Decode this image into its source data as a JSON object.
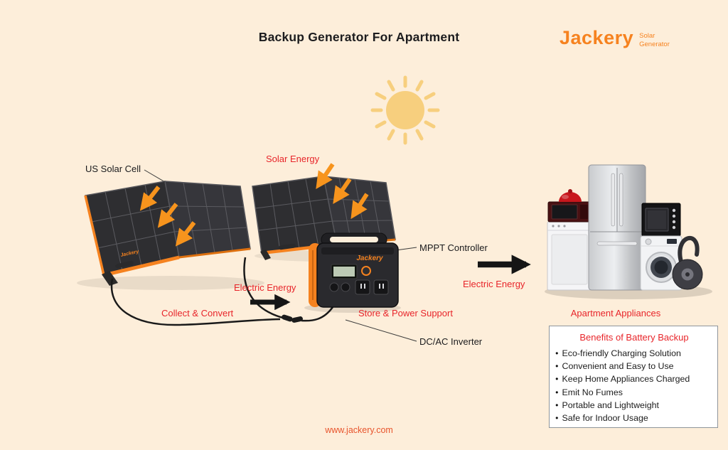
{
  "page": {
    "title": "Backup Generator For Apartment",
    "website": "www.jackery.com"
  },
  "logo": {
    "brand": "Jackery",
    "tagline1": "Solar",
    "tagline2": "Generator"
  },
  "labels": {
    "us_solar_cell": "US Solar Cell",
    "solar_energy": "Solar Energy",
    "mppt_controller": "MPPT Controller",
    "electric_energy_left": "Electric Energy",
    "collect_convert": "Collect & Convert",
    "store_power": "Store & Power Support",
    "dc_ac_inverter": "DC/AC Inverter",
    "electric_energy_right": "Electric Energy",
    "apartment_appliances": "Apartment Appliances"
  },
  "device": {
    "brand": "Jackery"
  },
  "panel": {
    "brand": "Jackery"
  },
  "benefits": {
    "title": "Benefits of Battery Backup",
    "items": [
      "Eco-friendly Charging Solution",
      "Convenient and Easy to Use",
      "Keep Home Appliances Charged",
      "Emit No Fumes",
      "Portable and Lightweight",
      "Safe for Indoor Usage"
    ]
  },
  "icons": {
    "sun": "sun-icon",
    "solar_arrows": "orange-energy-arrow-icon",
    "flow_arrows": "black-flow-arrow-icon"
  },
  "colors": {
    "background": "#FDEEDA",
    "accent_orange": "#F6821F",
    "label_red": "#E8252A",
    "text_dark": "#1b1b1d"
  }
}
